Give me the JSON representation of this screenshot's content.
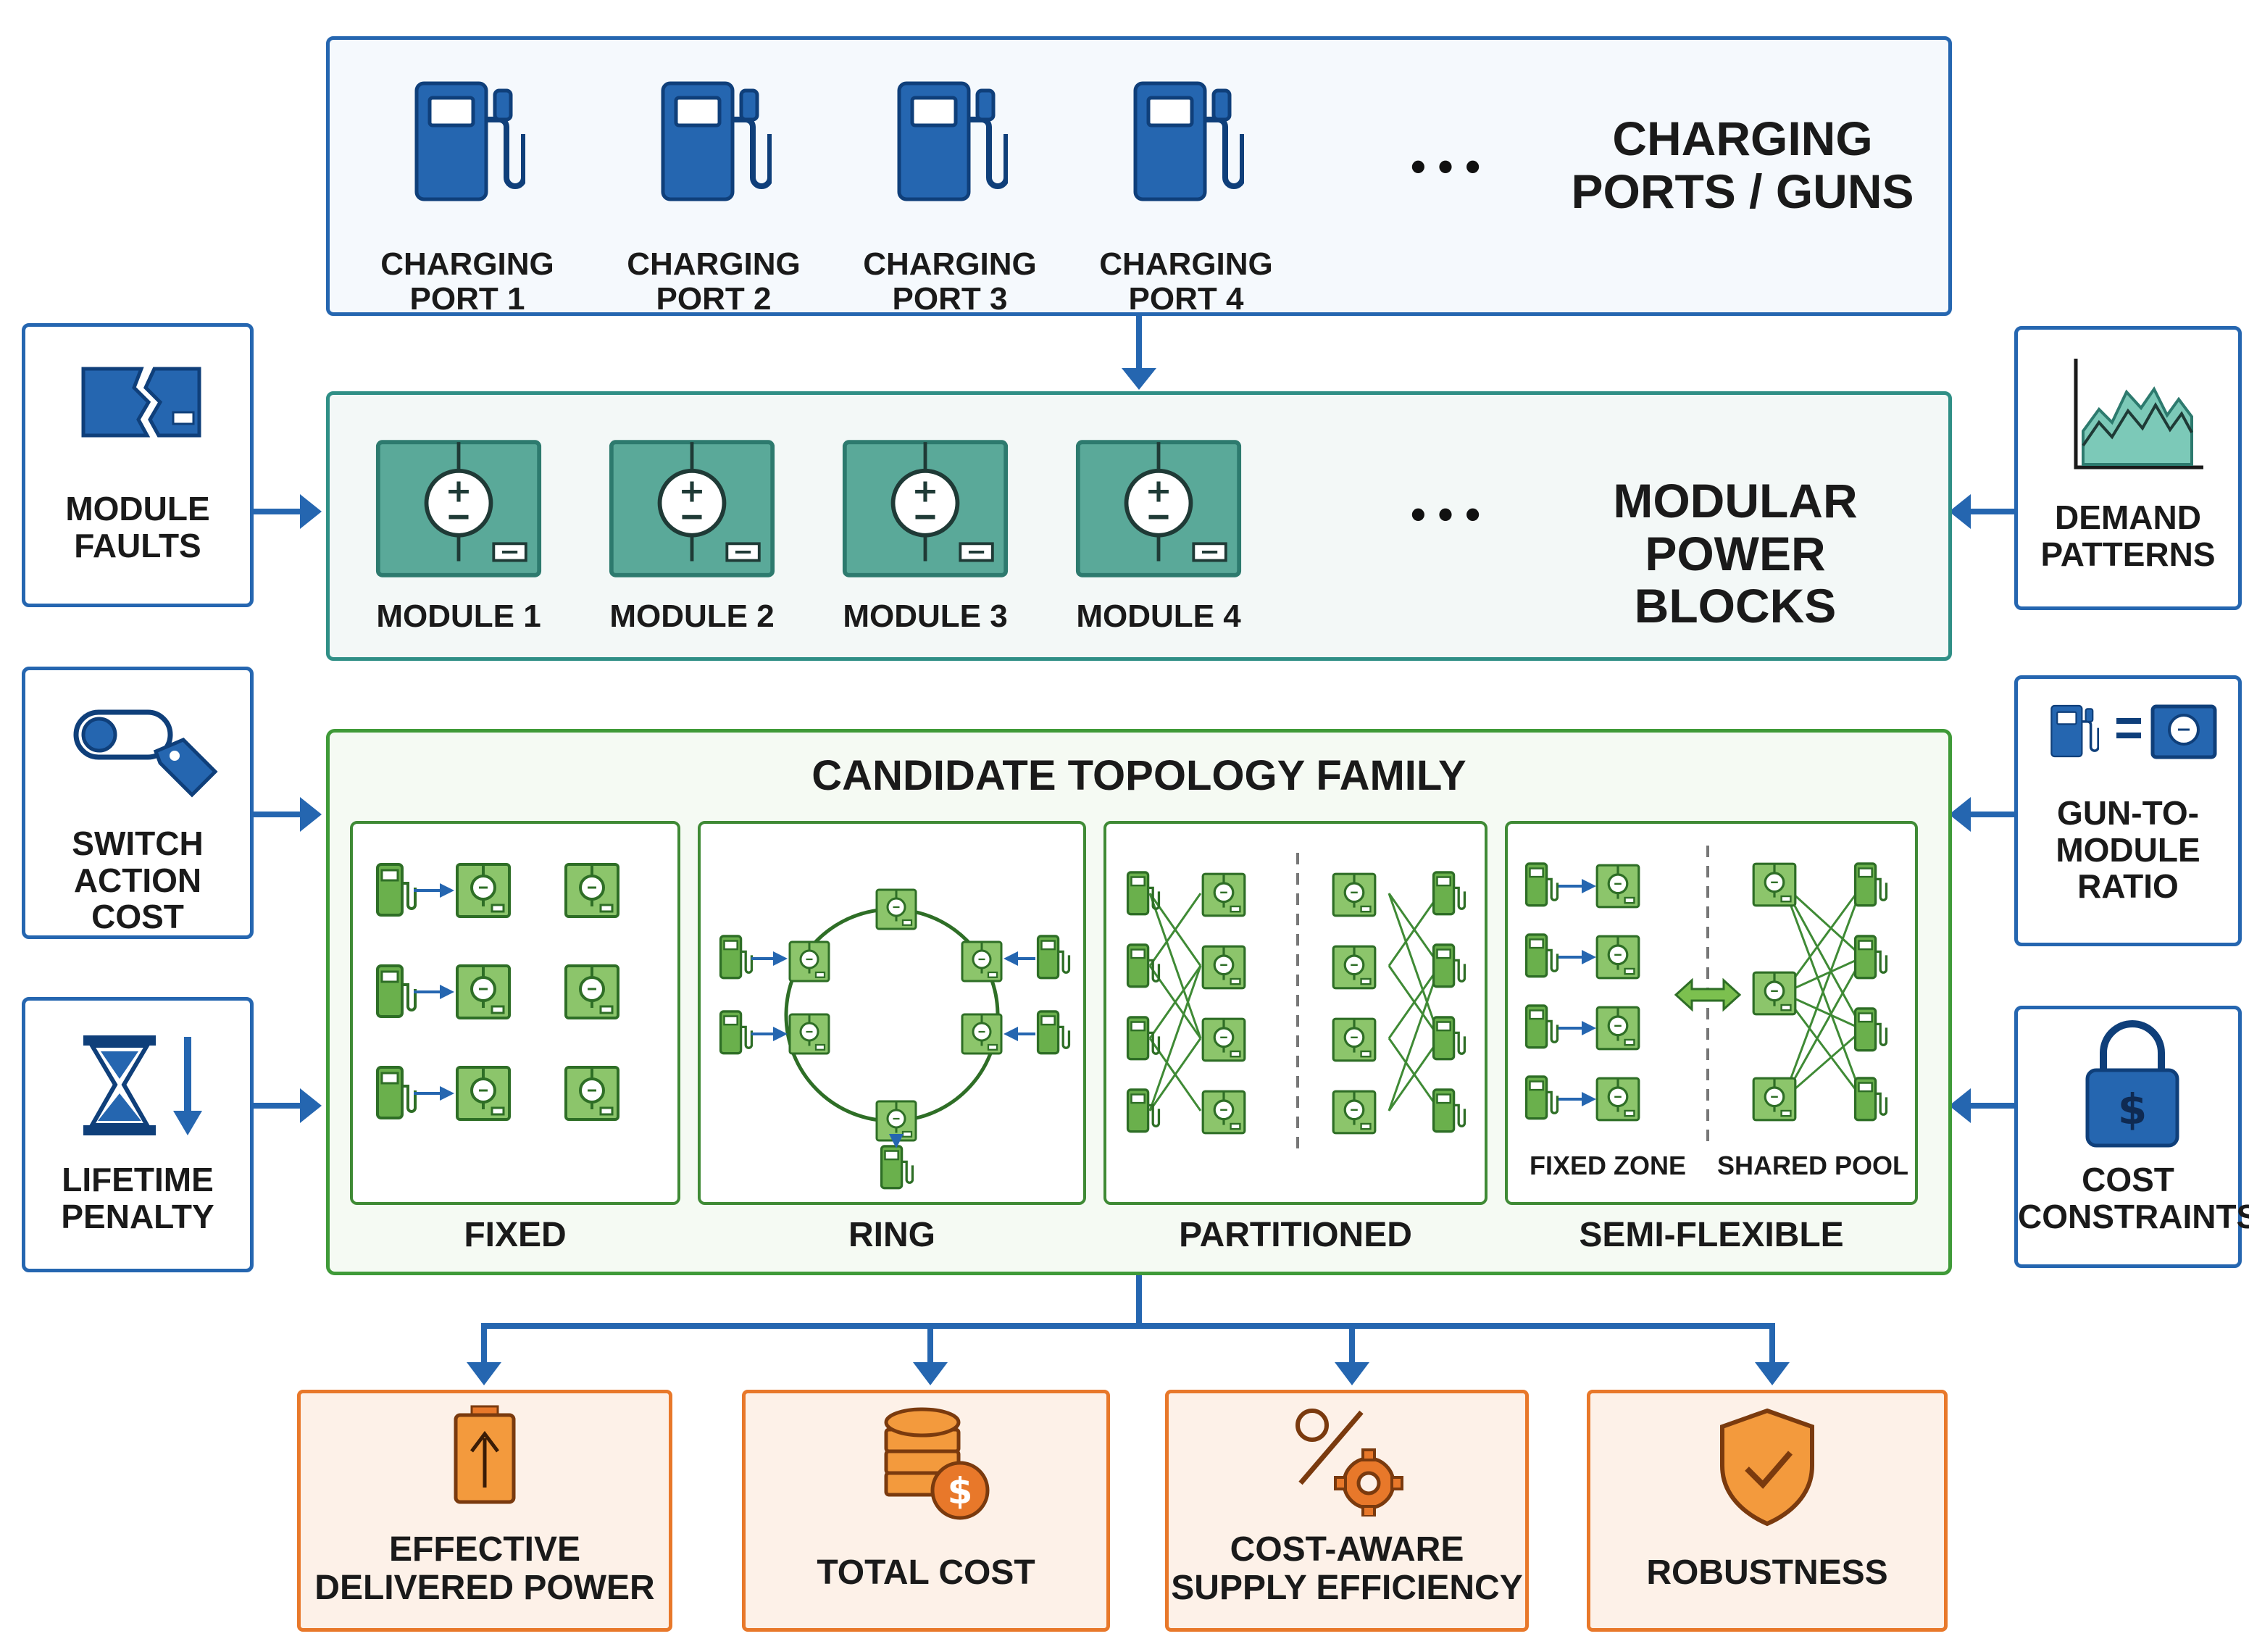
{
  "ports": {
    "title_line1": "CHARGING",
    "title_line2": "PORTS / GUNS",
    "items": [
      {
        "line1": "CHARGING",
        "line2": "PORT 1"
      },
      {
        "line1": "CHARGING",
        "line2": "PORT 2"
      },
      {
        "line1": "CHARGING",
        "line2": "PORT 3"
      },
      {
        "line1": "CHARGING",
        "line2": "PORT 4"
      }
    ],
    "ellipsis": "• • •"
  },
  "modules": {
    "title_line1": "MODULAR",
    "title_line2": "POWER BLOCKS",
    "items": [
      "MODULE 1",
      "MODULE 2",
      "MODULE 3",
      "MODULE 4"
    ],
    "ellipsis": "• • •"
  },
  "topology": {
    "title": "CANDIDATE TOPOLOGY FAMILY",
    "panels": [
      "FIXED",
      "RING",
      "PARTITIONED",
      "SEMI-FLEXIBLE"
    ],
    "fixed_zone": "FIXED ZONE",
    "shared_pool": "SHARED POOL"
  },
  "left_inputs": [
    {
      "line1": "MODULE",
      "line2": "FAULTS",
      "icon": "broken-module-icon"
    },
    {
      "line1": "SWITCH",
      "line2": "ACTION COST",
      "icon": "toggle-tag-icon"
    },
    {
      "line1": "LIFETIME",
      "line2": "PENALTY",
      "icon": "hourglass-down-icon"
    }
  ],
  "right_inputs": [
    {
      "line1": "DEMAND",
      "line2": "PATTERNS",
      "icon": "area-chart-icon"
    },
    {
      "line1": "GUN-TO-",
      "line2": "MODULE",
      "line3": "RATIO",
      "icon": "gun-equals-module-icon"
    },
    {
      "line1": "COST",
      "line2": "CONSTRAINTS",
      "icon": "dollar-lock-icon"
    }
  ],
  "outputs": [
    {
      "line1": "EFFECTIVE",
      "line2": "DELIVERED POWER",
      "icon": "battery-up-icon"
    },
    {
      "line1": "TOTAL COST",
      "line2": "",
      "icon": "coins-dollar-icon"
    },
    {
      "line1": "COST-AWARE",
      "line2": "SUPPLY EFFICIENCY",
      "icon": "percent-gear-icon"
    },
    {
      "line1": "ROBUSTNESS",
      "line2": "",
      "icon": "shield-check-icon"
    }
  ],
  "colors": {
    "blue": "#2566b0",
    "teal": "#2f8f86",
    "green": "#3f9a38",
    "orange": "#e8782a"
  }
}
